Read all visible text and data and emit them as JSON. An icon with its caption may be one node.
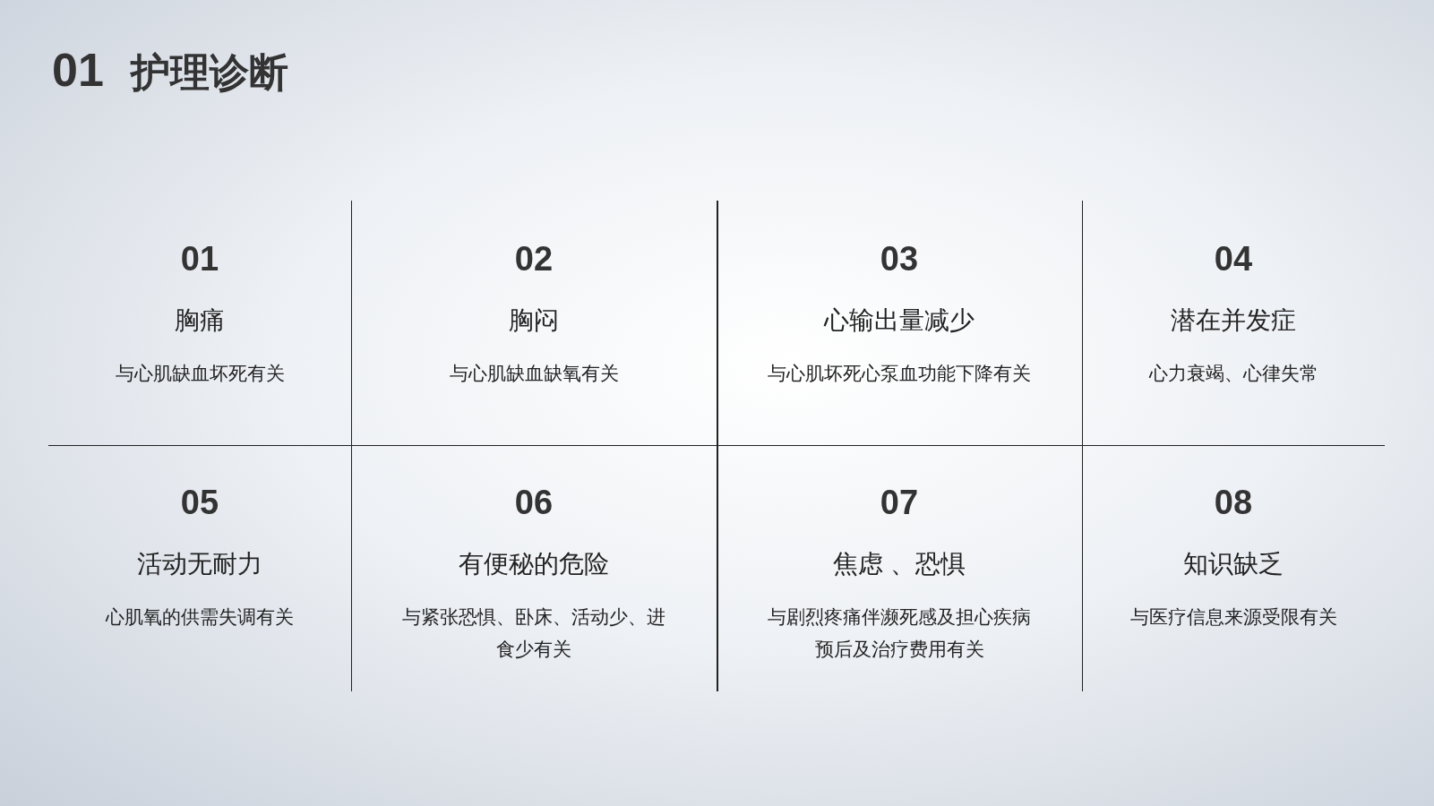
{
  "diagram": {
    "title": "01 护理诊断",
    "nodes": [
      {
        "text": [
          "01",
          "胸痛",
          "与心肌缺血坏死有关"
        ]
      },
      {
        "text": [
          "02",
          "胸闷",
          "与心肌缺血缺氧有关"
        ]
      },
      {
        "text": [
          "03",
          "心输出量减少",
          "与心肌坏死心泵血功能下降有关"
        ]
      },
      {
        "text": [
          "04",
          "潜在并发症",
          "心力衰竭、心律失常"
        ]
      },
      {
        "text": [
          "05",
          "活动无耐力",
          "心肌氧的供需失调有关"
        ]
      },
      {
        "text": [
          "06",
          "有便秘的危险",
          "与紧张恐惧、卧床、活动少、进食少有关"
        ]
      },
      {
        "text": [
          "07",
          "焦虑 、恐惧",
          "与剧烈疼痛伴濒死感及担心疾病预后及治疗费用有关"
        ]
      },
      {
        "text": [
          "08",
          "知识缺乏",
          "与医疗信息来源受限有关"
        ]
      }
    ],
    "edges": []
  }
}
